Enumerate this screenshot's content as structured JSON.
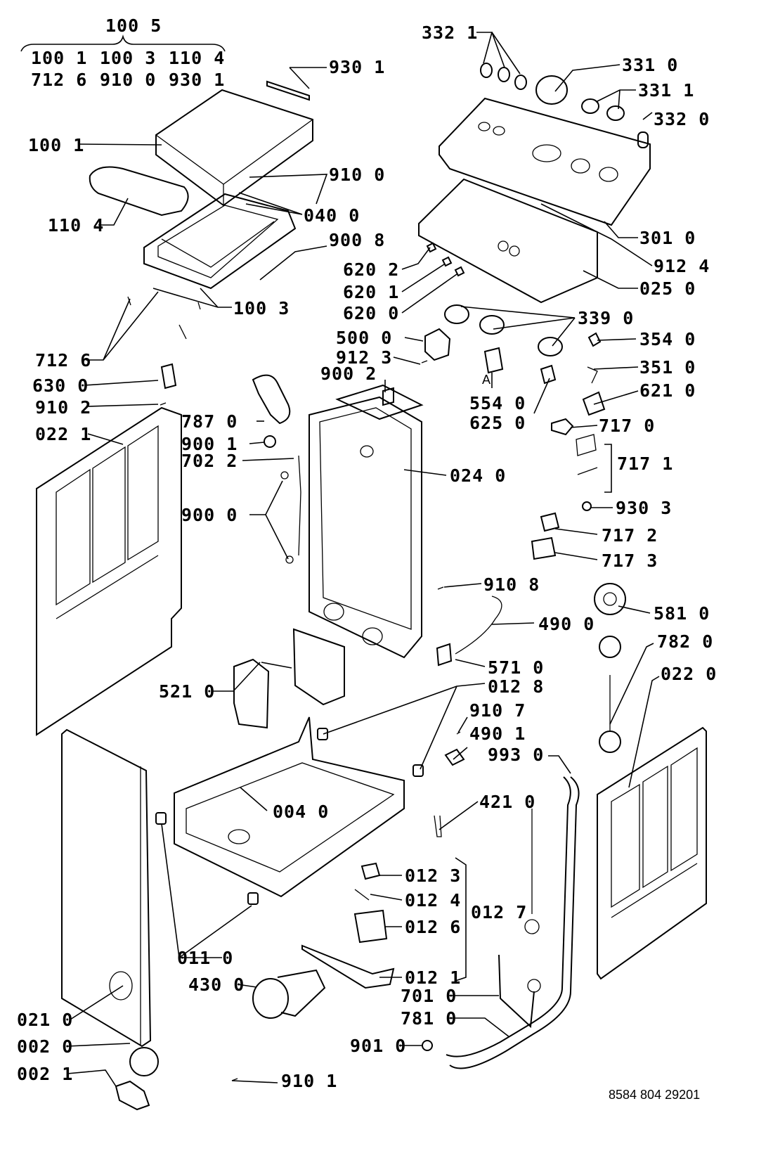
{
  "document_number": "8584 804 29201",
  "group_header": {
    "title": "100 5",
    "rows": [
      [
        "100 1",
        "100 3",
        "110 4"
      ],
      [
        "712 6",
        "910 0",
        "930 1"
      ]
    ]
  },
  "callouts": [
    "930 1",
    "100 1",
    "910 0",
    "110 4",
    "040 0",
    "900 8",
    "100 3",
    "712 6",
    "630 0",
    "910 2",
    "022 1",
    "787 0",
    "900 1",
    "702 2",
    "900 0",
    "521 0",
    "332 1",
    "331 0",
    "331 1",
    "332 0",
    "301 0",
    "912 4",
    "025 0",
    "620 2",
    "620 1",
    "620 0",
    "339 0",
    "500 0",
    "354 0",
    "912 3",
    "900 2",
    "351 0",
    "621 0",
    "554 0",
    "625 0",
    "717 0",
    "717 1",
    "024 0",
    "930 3",
    "717 2",
    "717 3",
    "910 8",
    "581 0",
    "490 0",
    "782 0",
    "571 0",
    "022 0",
    "012 8",
    "910 7",
    "490 1",
    "993 0",
    "421 0",
    "004 0",
    "012 3",
    "012 4",
    "012 7",
    "012 6",
    "012 1",
    "011 0",
    "430 0",
    "701 0",
    "781 0",
    "021 0",
    "002 0",
    "901 0",
    "910 1",
    "002 1"
  ],
  "marker_letter": "A"
}
